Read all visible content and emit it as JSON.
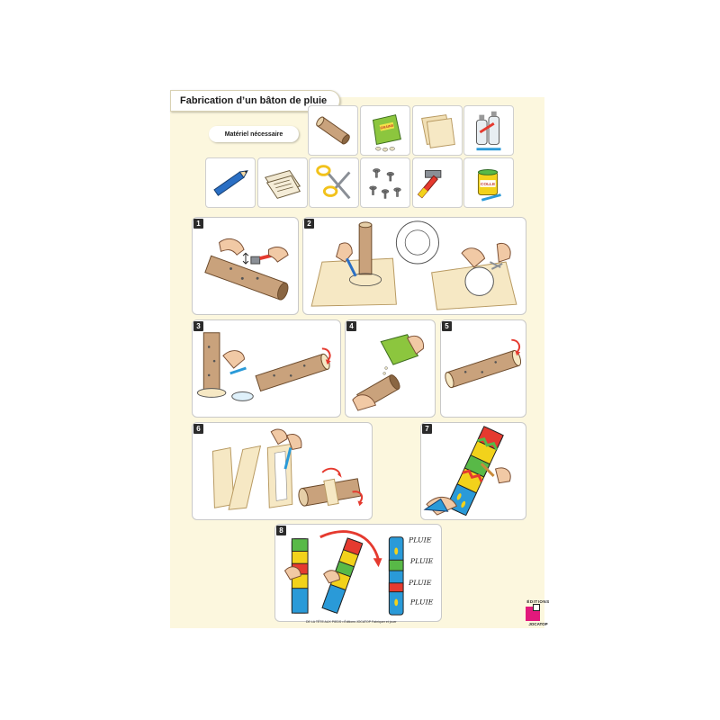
{
  "title": "Fabrication d’un bâton de pluie",
  "materials_label": "Matériel nécessaire",
  "materials": [
    {
      "icon": "cardboard-tube-icon"
    },
    {
      "icon": "seeds-bag-icon",
      "text": "GRAINS"
    },
    {
      "icon": "paper-sheets-icon"
    },
    {
      "icon": "paint-bottles-icon"
    },
    {
      "icon": "pencil-icon"
    },
    {
      "icon": "newspaper-icon"
    },
    {
      "icon": "scissors-icon"
    },
    {
      "icon": "nails-icon"
    },
    {
      "icon": "hammer-icon"
    },
    {
      "icon": "glue-pot-icon",
      "text": "COLLE"
    }
  ],
  "steps": [
    "1",
    "2",
    "3",
    "4",
    "5",
    "6",
    "7",
    "8"
  ],
  "rain_words": [
    "PLUIE",
    "PLUIE",
    "PLUIE",
    "PLUIE"
  ],
  "logo": {
    "top": "ÉDITIONS",
    "bottom": "JOCATOP"
  },
  "footer": "DE LA TÊTE AUX PIEDS  •  Éditions JOCATOP  Fabriquer et jouer",
  "colors": {
    "poster_bg": "#fcf7de",
    "brand_pink": "#e2197c",
    "step_badge": "#2b2b2b",
    "tube": "#c9a27c",
    "paint_yellow": "#f2d21b",
    "paint_red": "#e53a2f",
    "paint_green": "#58b947",
    "paint_blue": "#2a9ad8"
  }
}
